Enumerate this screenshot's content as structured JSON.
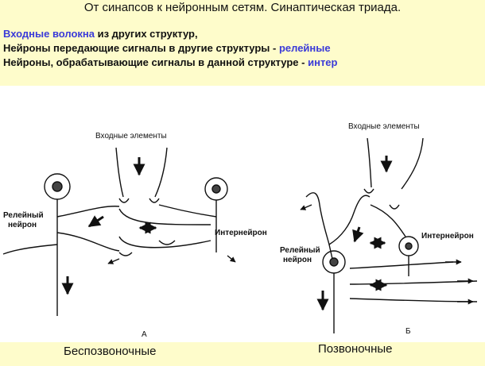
{
  "title": "От синапсов к нейронным сетям.  Синаптическая триада.",
  "intro": {
    "line1": {
      "highlight": "Входные волокна",
      "rest": " из других структур,"
    },
    "line2": {
      "text": "Нейроны передающие сигналы в другие структуры - ",
      "highlight": "релейные"
    },
    "line3": {
      "text": "Нейроны,   обрабатывающие сигналы в данной структуре - ",
      "highlight": "интер"
    }
  },
  "diagram_a": {
    "input_label": "Входные элементы",
    "relay_label_1": "Релейный",
    "relay_label_2": "нейрон",
    "inter_label": "Интернейрон",
    "panel_letter": "А"
  },
  "diagram_b": {
    "input_label": "Входные элементы",
    "relay_label_1": "Релейный",
    "relay_label_2": "нейрон",
    "inter_label": "Интернейрон",
    "panel_letter": "Б"
  },
  "captions": {
    "invertebrates": "Беспозвоночные",
    "vertebrates": "Позвоночные"
  },
  "colors": {
    "background": "#fefccb",
    "highlight": "#3a3ad8"
  }
}
